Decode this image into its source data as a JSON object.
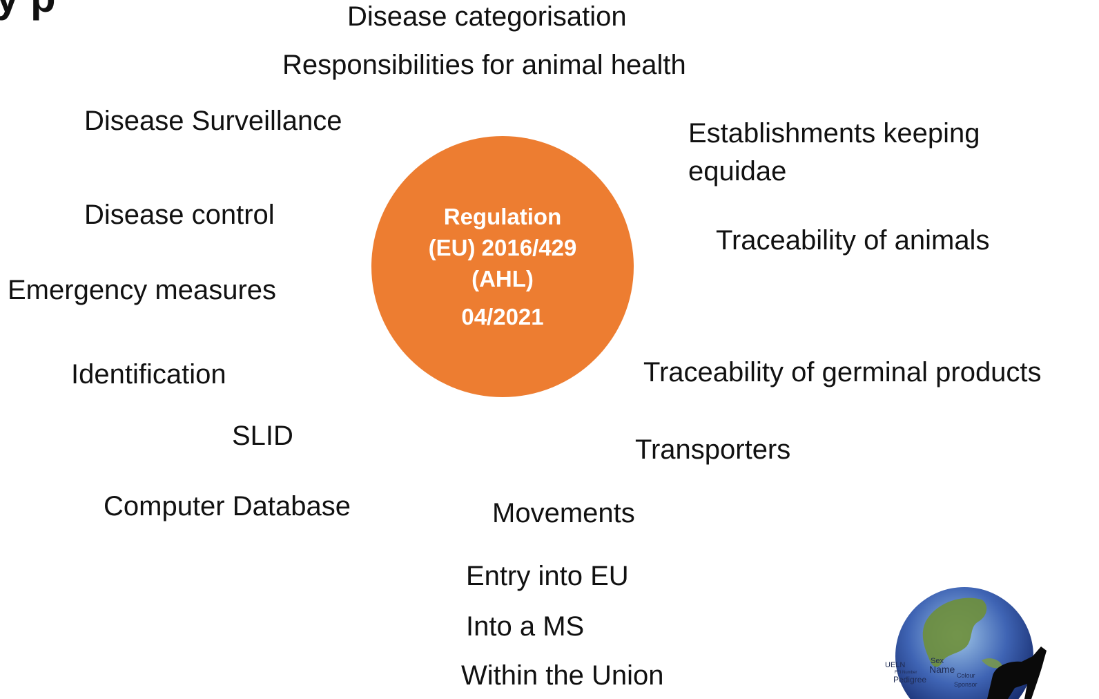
{
  "corner_fragment": "y p",
  "center": {
    "title_lines": [
      "Regulation",
      "(EU) 2016/429",
      "(AHL)"
    ],
    "date": "04/2021",
    "fill_color": "#ED7D31"
  },
  "topics_left": {
    "disease_categorisation": "Disease categorisation",
    "responsibilities": "Responsibilities for animal health",
    "disease_surveillance": "Disease Surveillance",
    "disease_control": "Disease control",
    "emergency_measures": "Emergency measures",
    "identification": "Identification",
    "slid": "SLID",
    "computer_database": "Computer Database"
  },
  "topics_right": {
    "establishments_line1": "Establishments keeping",
    "establishments_line2": "equidae",
    "traceability_animals": "Traceability of animals",
    "traceability_germinal": "Traceability of germinal products",
    "transporters": "Transporters",
    "movements": "Movements"
  },
  "movement_types": {
    "entry_eu": "Entry into EU",
    "into_ms": "Into a MS",
    "within_union": "Within the Union"
  },
  "logo": {
    "words": [
      "UELN",
      "FEI Number",
      "Sex",
      "Name",
      "Colour",
      "Pedigree",
      "Sponsor"
    ]
  }
}
